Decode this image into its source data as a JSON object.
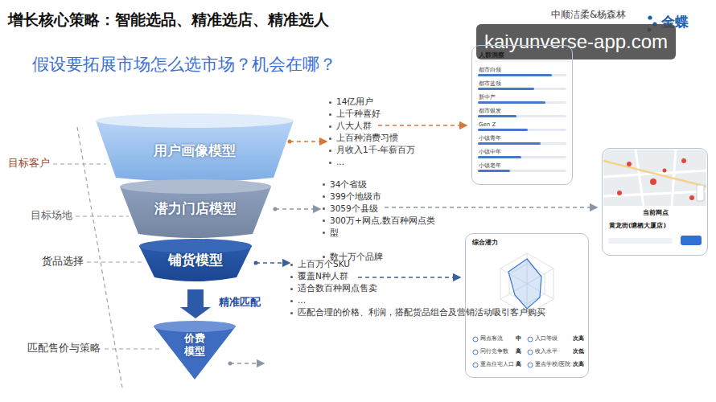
{
  "diagram": {
    "title": "增长核心策略：智能选品、精准选店、精准选人",
    "nodes": [
      {
        "text": [
          "用户画像模型"
        ]
      },
      {
        "text": [
          "潜力门店模型"
        ]
      },
      {
        "text": [
          "铺货模型"
        ]
      },
      {
        "text": [
          "价费 模型"
        ]
      },
      {
        "text": [
          "人群洞察",
          "都市白领",
          "都市蓝领",
          "新中产",
          "都市银发",
          "Gen Z",
          "小镇青年",
          "小镇中年",
          "小镇老年"
        ]
      },
      {
        "text": [
          "当前网点",
          "黄龙街(塘栖大厦店)"
        ]
      },
      {
        "text": [
          "综合潜力",
          "网点客流",
          "中",
          "入口等级",
          "次高",
          "同行竞争数",
          "高",
          "收入水平",
          "次低",
          "重点住宅人口",
          "高",
          "重点学校/医院",
          "次高"
        ]
      }
    ],
    "edges": [
      {
        "from": 2,
        "to": 3,
        "label": "精准匹配",
        "arrow": "to"
      }
    ],
    "labels": [
      "中顺洁柔&杨森林",
      "金蝶",
      "kaiyunverse-app.com",
      "假设要拓展市场怎么选市场？机会在哪？",
      "目标客户",
      "目标场地",
      "货品选择",
      "匹配售价与策略",
      "14亿用户",
      "上千种喜好",
      "八大人群",
      "上百种消费习惯",
      "月收入1千-年薪百万",
      "...",
      "34个省级",
      "399个地级市",
      "3059个县级",
      "300万+网点,数百种网点类型",
      "...",
      "数十万个品牌",
      "上百万个SKU",
      "覆盖N种人群",
      "适合数百种网点售卖",
      "...",
      "匹配合理的价格、利润，搭配货品组合及营销活动吸引客户购买"
    ]
  }
}
